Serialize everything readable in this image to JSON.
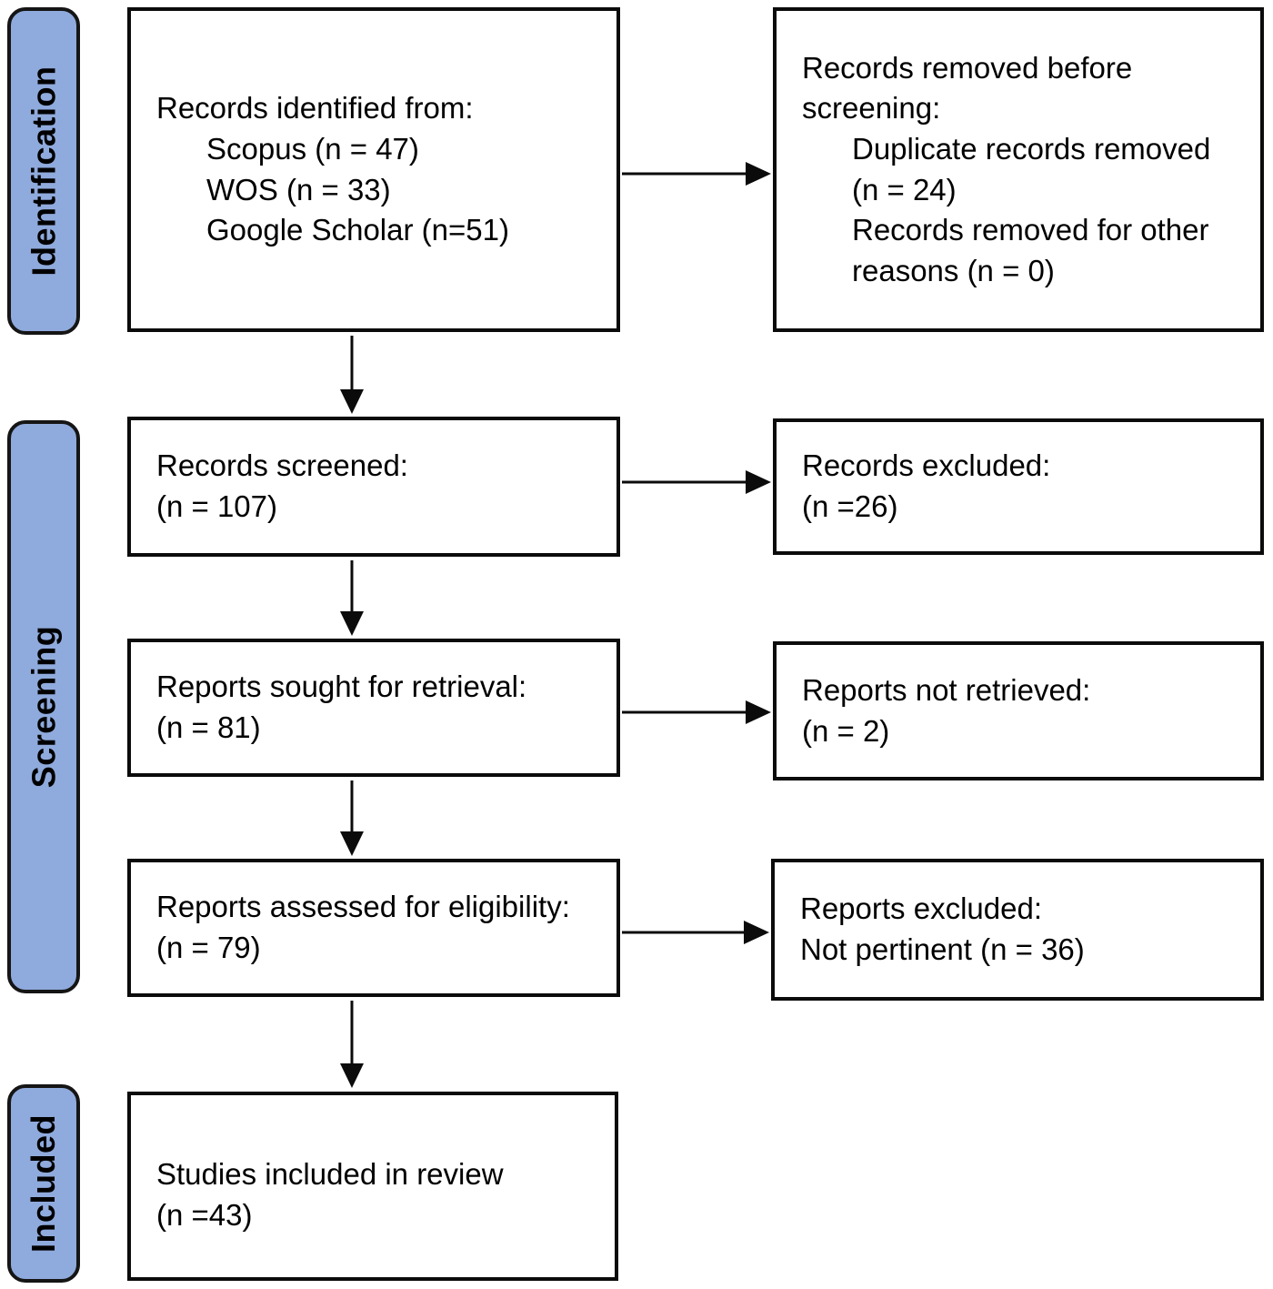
{
  "stages": {
    "identification": "Identification",
    "screening": "Screening",
    "included": "Included"
  },
  "boxes": {
    "records_identified": {
      "title": "Records identified from:",
      "item1": "Scopus (n = 47)",
      "item2": "WOS (n = 33)",
      "item3": "Google Scholar (n=51)"
    },
    "records_removed": {
      "title": "Records removed before\nscreening:",
      "item1": "Duplicate records removed\n(n = 24)",
      "item2": "Records removed for other\nreasons (n = 0)"
    },
    "records_screened": {
      "line1": "Records screened:",
      "line2": "(n = 107)"
    },
    "records_excluded": {
      "line1": "Records excluded:",
      "line2": "(n =26)"
    },
    "reports_sought": {
      "line1": "Reports sought for retrieval:",
      "line2": "(n = 81)"
    },
    "reports_not_retrieved": {
      "line1": "Reports not retrieved:",
      "line2": "(n = 2)"
    },
    "reports_assessed": {
      "line1": "Reports assessed for eligibility:",
      "line2": "(n = 79)"
    },
    "reports_excluded": {
      "line1": "Reports excluded:",
      "line2": "Not pertinent (n = 36)"
    },
    "studies_included": {
      "line1": "Studies included in review",
      "line2": "(n =43)"
    }
  },
  "colors": {
    "stage_fill": "#8FAADC",
    "stage_border": "#151515",
    "box_border": "#0b0b0b",
    "arrow": "#0b0b0b",
    "background": "#ffffff"
  }
}
